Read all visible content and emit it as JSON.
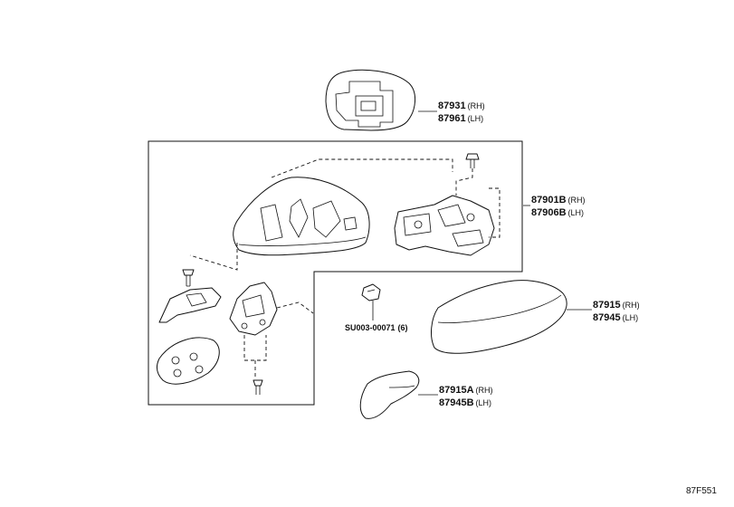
{
  "callouts": {
    "glass": {
      "rh": "87931",
      "rh_side": "(RH)",
      "lh": "87961",
      "lh_side": "(LH)"
    },
    "mirror_assembly": {
      "rh": "87901B",
      "rh_side": "(RH)",
      "lh": "87906B",
      "lh_side": "(LH)"
    },
    "cover": {
      "rh": "87915",
      "rh_side": "(RH)",
      "lh": "87945",
      "lh_side": "(LH)"
    },
    "cover_lower": {
      "rh": "87915A",
      "rh_side": "(RH)",
      "lh": "87945B",
      "lh_side": "(LH)"
    },
    "screw": {
      "code": "SU003-00071",
      "qty": "(6)"
    }
  },
  "reference_code": "87F551"
}
